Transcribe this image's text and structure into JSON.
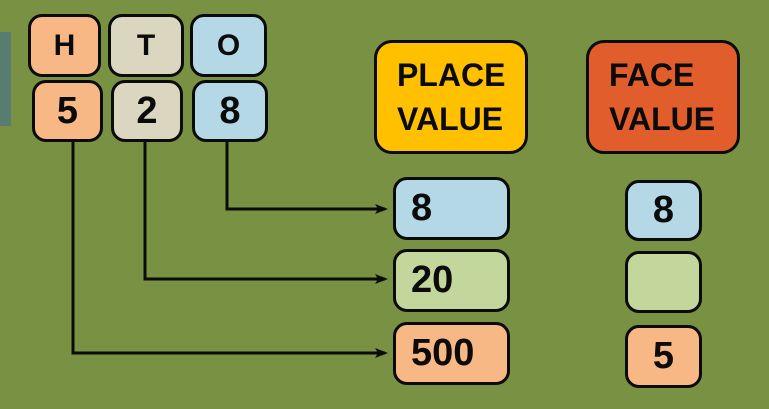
{
  "palette": {
    "background": "#799142",
    "peach": "#F7B885",
    "tan": "#DAD6BF",
    "blue": "#B4D8E6",
    "green": "#C3D69B",
    "gold": "#FFC000",
    "orange_red": "#E15D2B",
    "teal_bar": "#567D70",
    "outline": "#0B0B0B"
  },
  "columns": [
    {
      "header": "H",
      "digit": "5"
    },
    {
      "header": "T",
      "digit": "2"
    },
    {
      "header": "O",
      "digit": "8"
    }
  ],
  "headings": {
    "place": "PLACE VALUE",
    "face": "FACE VALUE"
  },
  "place_values": [
    "8",
    "20",
    "500"
  ],
  "face_values": [
    "8",
    "",
    "5"
  ]
}
